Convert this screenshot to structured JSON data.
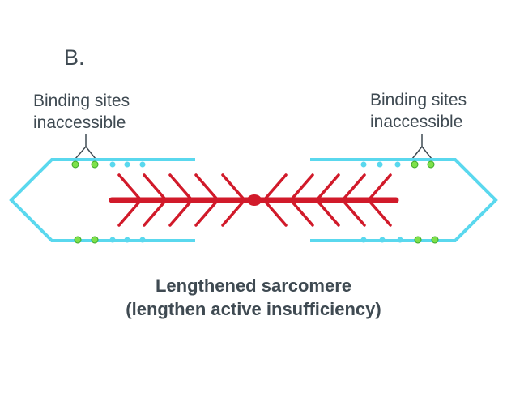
{
  "panel_label": "B.",
  "binding_sites": {
    "left": {
      "line1": "Binding sites",
      "line2": "inaccessible"
    },
    "right": {
      "line1": "Binding sites",
      "line2": "inaccessible"
    }
  },
  "caption": {
    "line1": "Lengthened sarcomere",
    "line2": "(lengthen active insufficiency)"
  },
  "colors": {
    "actin": "#5ad8ee",
    "myosin": "#d11a2a",
    "binding_site_accessible_fill": "#7ee04a",
    "binding_site_inaccessible": "#5ad8ee",
    "text": "#3f4a52"
  }
}
